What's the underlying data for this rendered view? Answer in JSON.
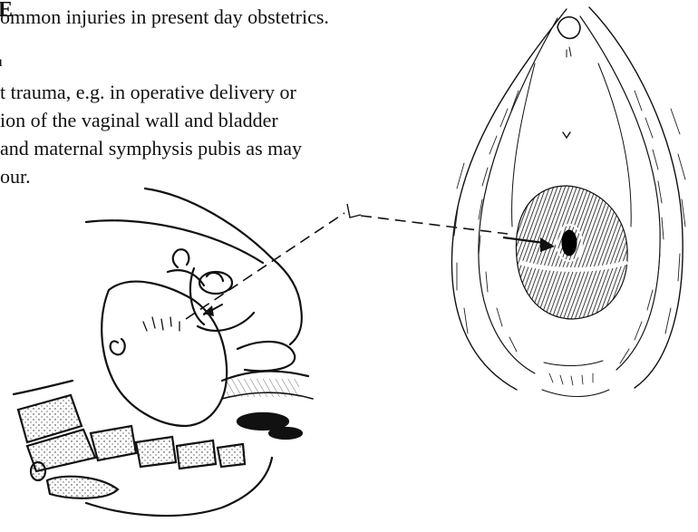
{
  "heading": "E",
  "intro_line": "ommon injuries in present day obstetrics.",
  "subheading": "ı",
  "body_lines": [
    "t trauma, e.g. in operative delivery or",
    "ion of the vaginal wall and bladder",
    "and maternal symphysis pubis as may",
    "our."
  ]
}
